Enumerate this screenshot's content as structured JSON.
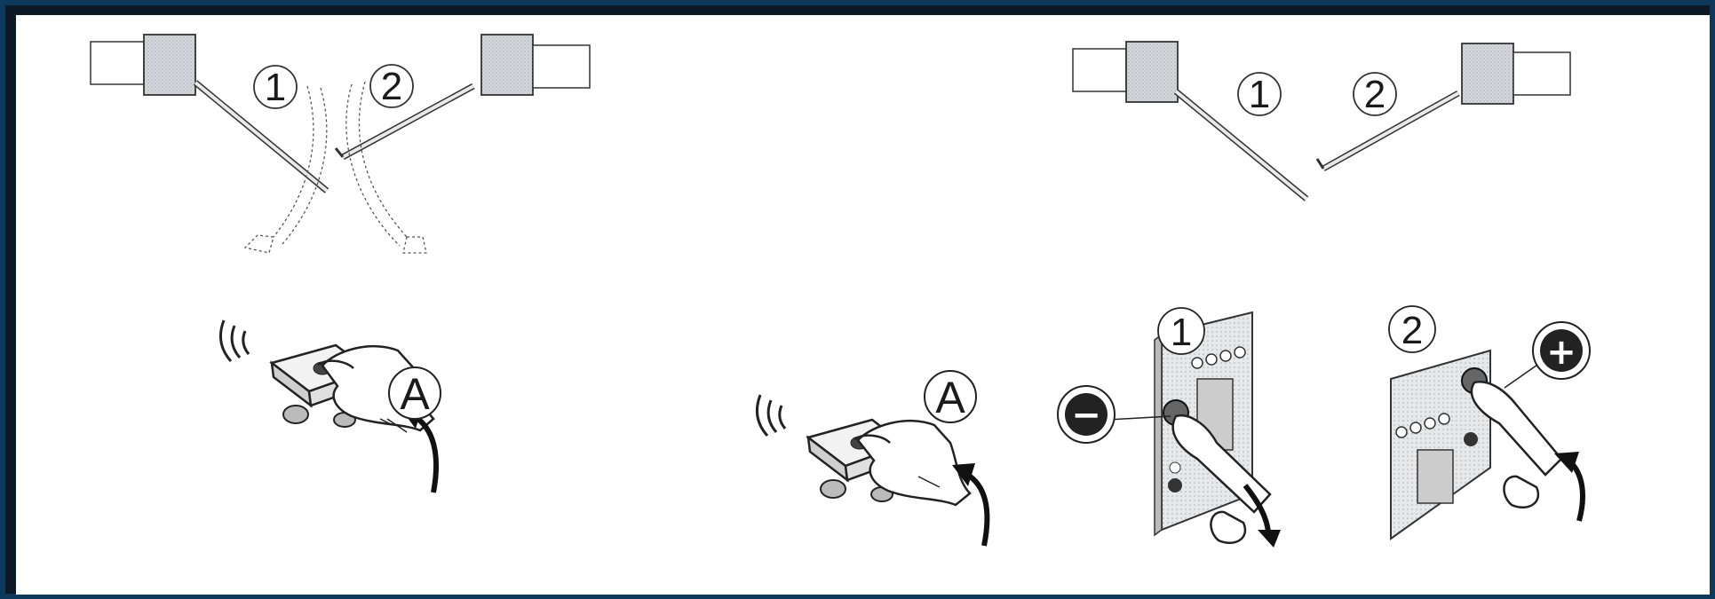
{
  "panels": {
    "left_gate": {
      "leaf1_label": "1",
      "leaf2_label": "2"
    },
    "right_gate": {
      "leaf1_label": "1",
      "leaf2_label": "2"
    },
    "left_remote": {
      "button_label": "A"
    },
    "right_remote": {
      "button_label": "A"
    },
    "control_board_minus": {
      "step_label": "1",
      "button_symbol": "−"
    },
    "control_board_plus": {
      "step_label": "2",
      "button_symbol": "+"
    }
  },
  "colors": {
    "frame": "#0d3a5c",
    "motor": "#cfd3d8",
    "line": "#333333"
  },
  "icons": [
    "gate-motor-icon",
    "gate-leaf-icon",
    "remote-control-icon",
    "hand-icon",
    "finger-press-icon",
    "minus-icon",
    "plus-icon",
    "curved-arrow-icon"
  ]
}
